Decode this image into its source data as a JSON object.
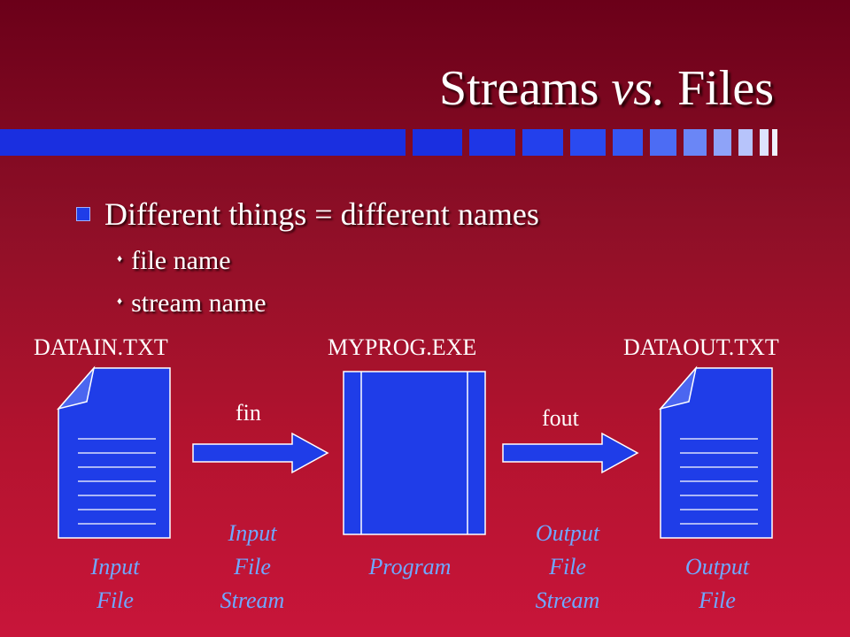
{
  "slide": {
    "title_part1": "Streams",
    "title_part2": "vs.",
    "title_part3": "Files",
    "bullet": "Different things = different names",
    "subbullets": [
      "file name",
      "stream name"
    ]
  },
  "diagram": {
    "input_file_name": "DATAIN.TXT",
    "program_name": "MYPROG.EXE",
    "output_file_name": "DATAOUT.TXT",
    "input_stream_name": "fin",
    "output_stream_name": "fout",
    "input_file_caption": [
      "Input",
      "File"
    ],
    "input_stream_caption": [
      "Input",
      "File",
      "Stream"
    ],
    "program_caption": [
      "Program"
    ],
    "output_stream_caption": [
      "Output",
      "File",
      "Stream"
    ],
    "output_file_caption": [
      "Output",
      "File"
    ]
  },
  "colors": {
    "accent_blue": "#1f3de8",
    "caption_blue": "#6fa8ff",
    "background_top": "#6b0019",
    "background_bottom": "#c8153a"
  }
}
